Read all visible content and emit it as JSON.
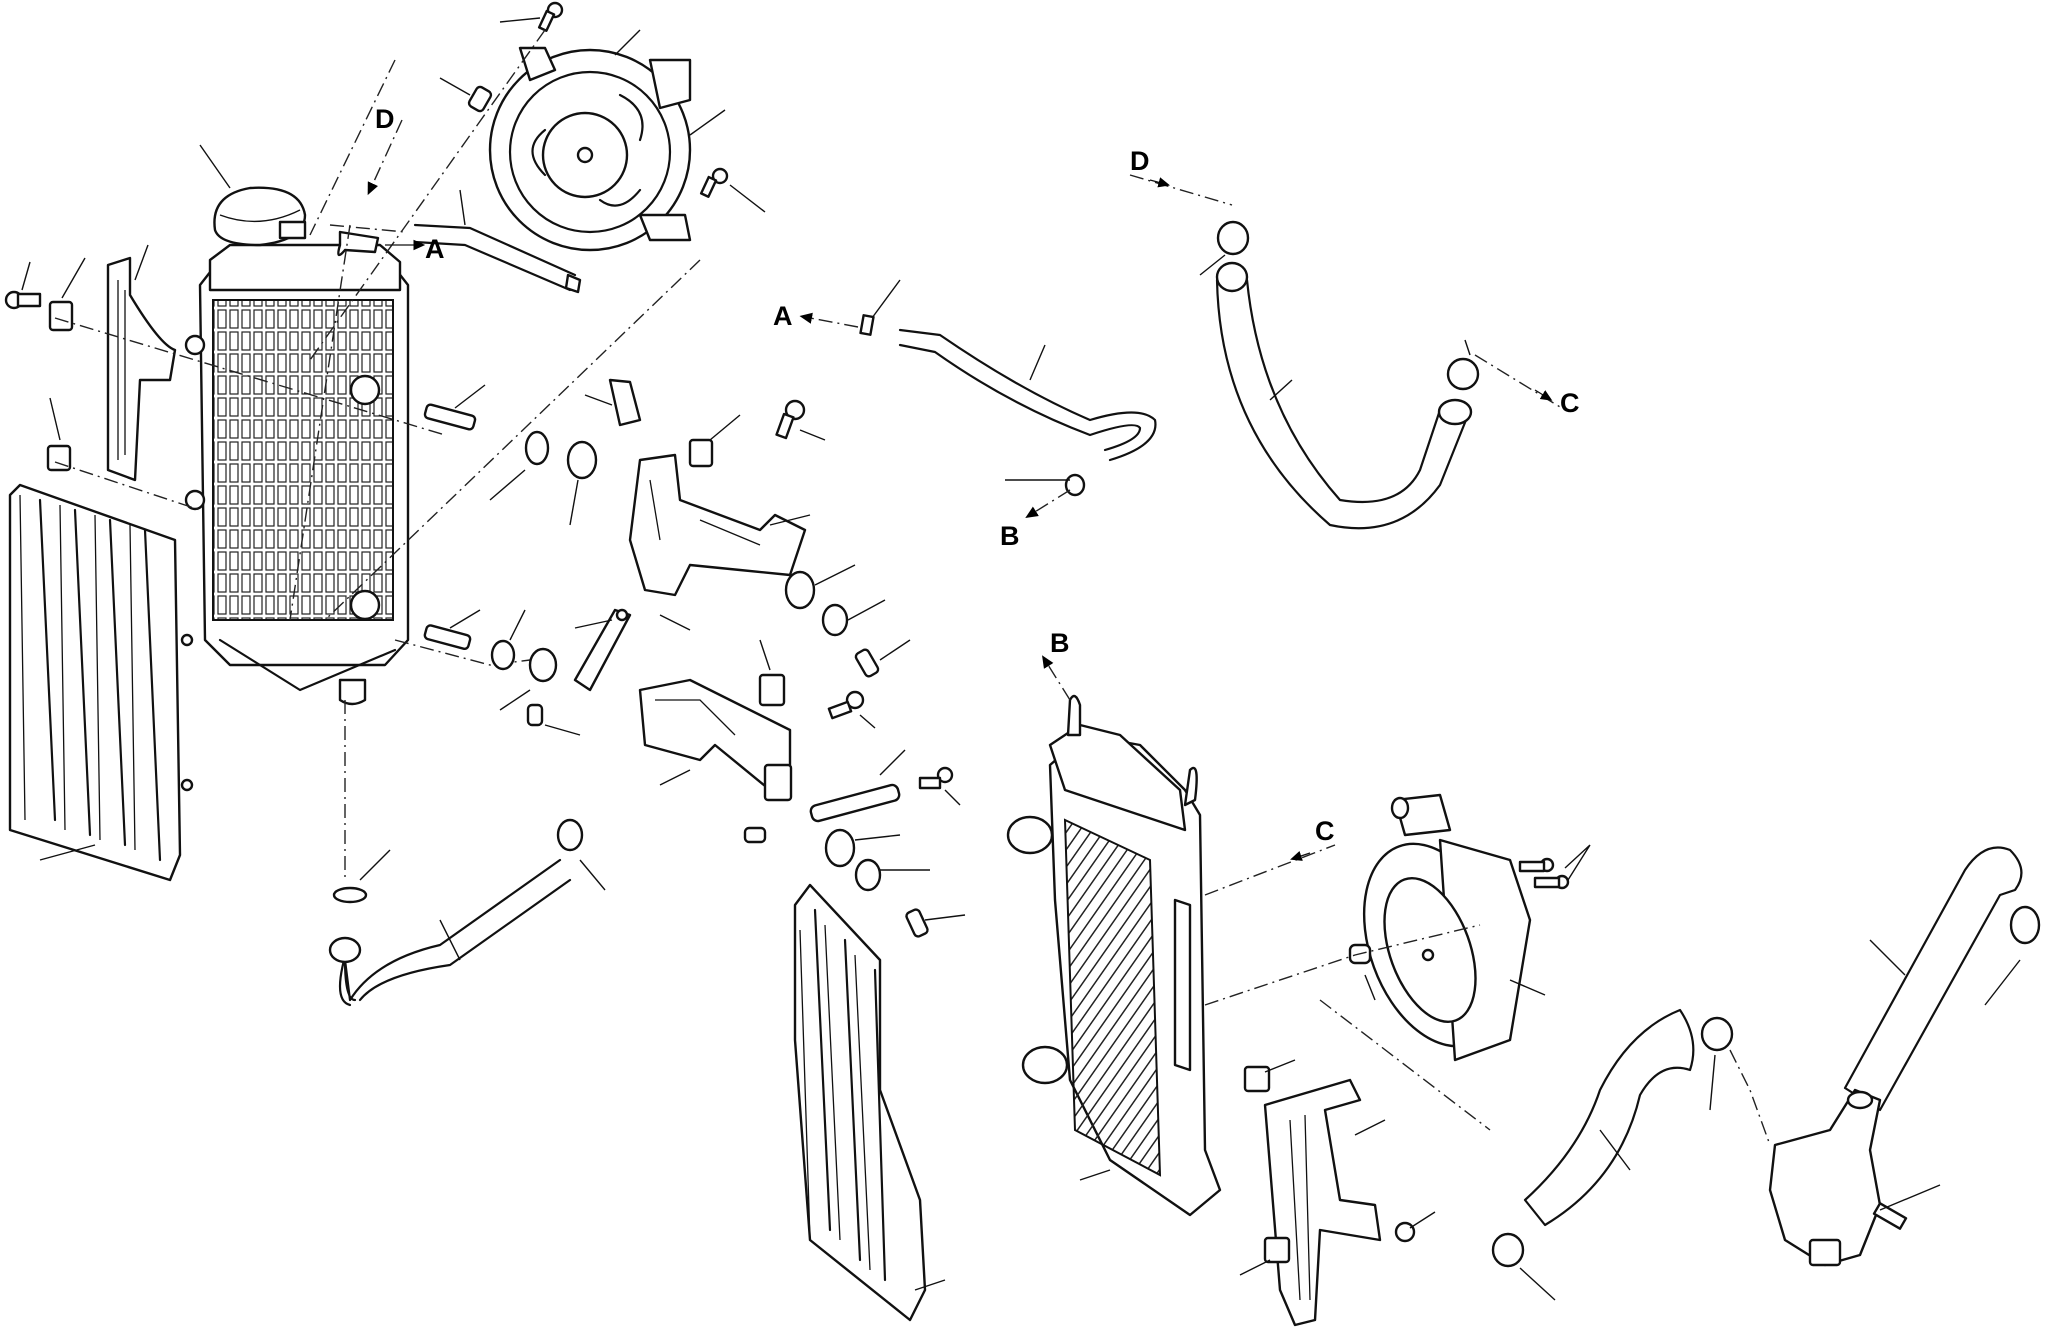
{
  "diagram": {
    "type": "exploded-parts-view",
    "connection_labels": [
      {
        "id": "A",
        "text": "A"
      },
      {
        "id": "A2",
        "text": "A"
      },
      {
        "id": "B",
        "text": "B"
      },
      {
        "id": "B2",
        "text": "B"
      },
      {
        "id": "C",
        "text": "C"
      },
      {
        "id": "C2",
        "text": "C"
      },
      {
        "id": "D",
        "text": "D"
      },
      {
        "id": "D2",
        "text": "D"
      }
    ],
    "colors": {
      "line": "#111111",
      "background": "#ffffff"
    }
  }
}
